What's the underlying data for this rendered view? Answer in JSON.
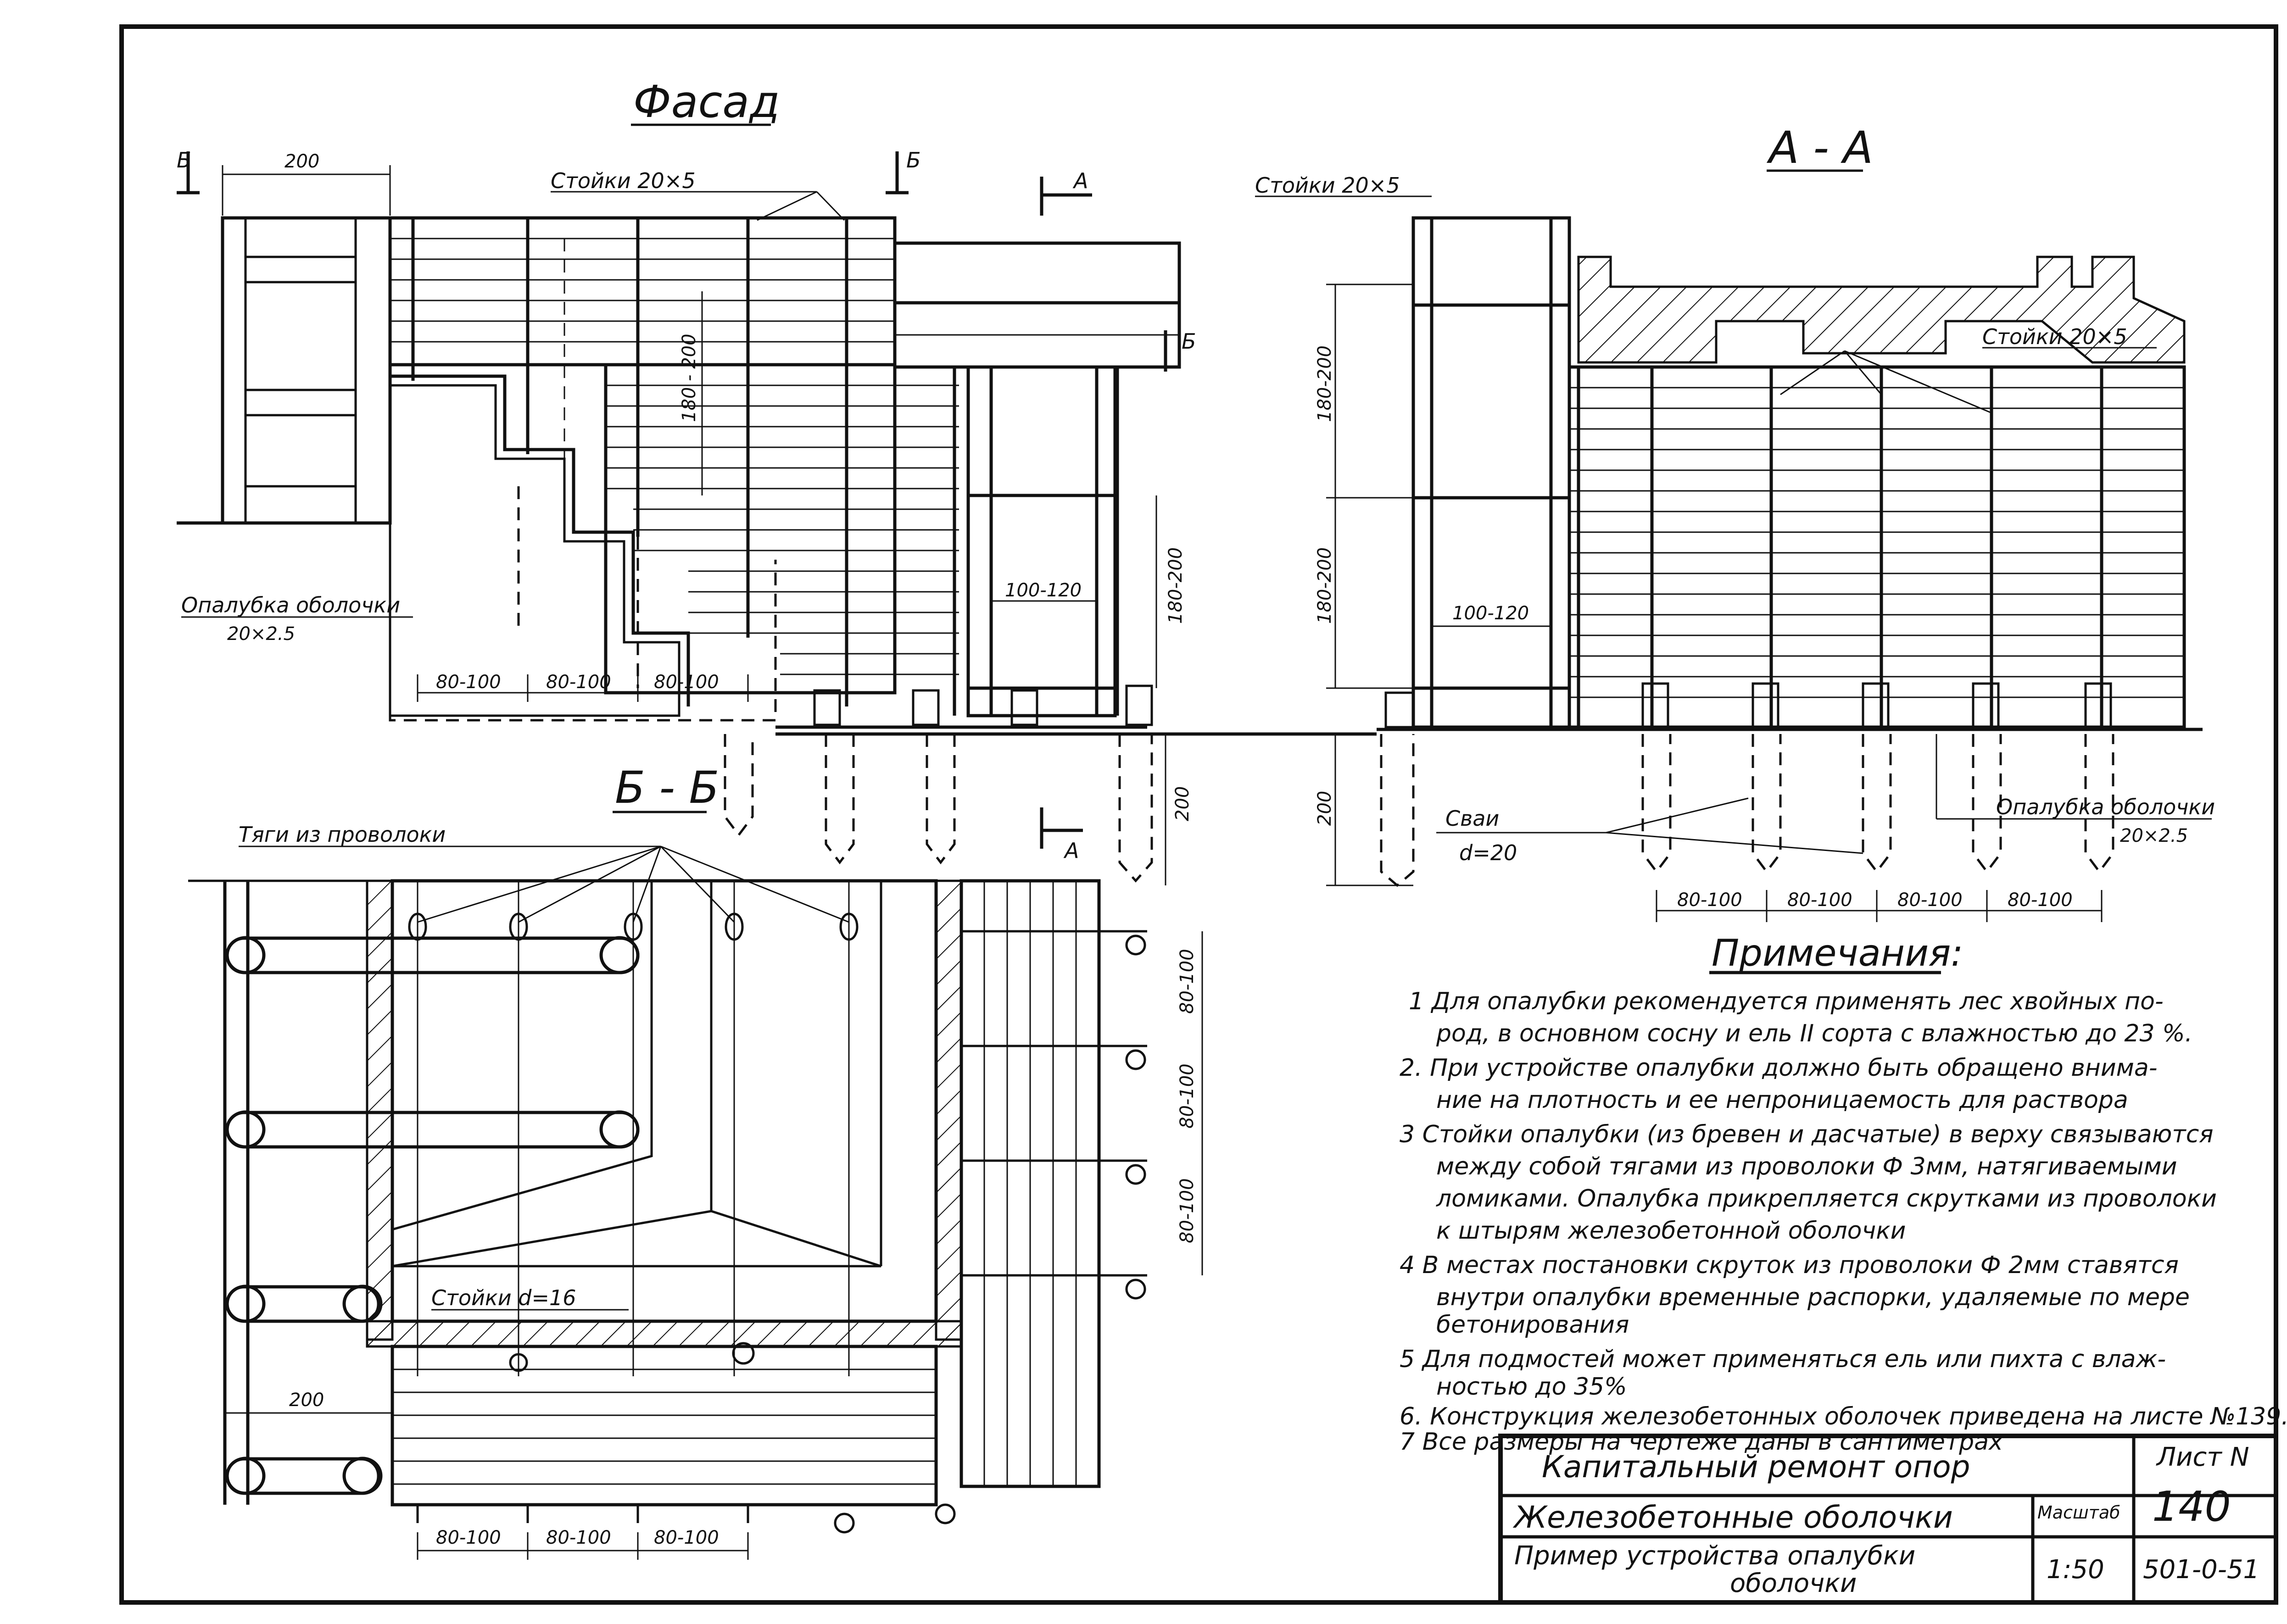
{
  "views": {
    "facade": {
      "title": "Фасад",
      "section_mark_b": "Б",
      "section_mark_a": "А",
      "dim_200": "200",
      "label_posts": "Стойки 20×5",
      "dim_180_200": "180 - 200",
      "label_formwork": "Опалубка оболочки",
      "label_formwork_size": "20×2.5",
      "dims": [
        "80-100",
        "80-100",
        "80-100"
      ],
      "dim_100_120": "100-120",
      "dim_180_200_right": "180-200",
      "dim_200_pile": "200"
    },
    "section_aa": {
      "title": "А - А",
      "label_posts_left": "Стойки 20×5",
      "label_posts_right": "Стойки 20×5",
      "dim_upper": "180-200",
      "dim_lower": "180-200",
      "dim_100_120": "100-120",
      "dim_200": "200",
      "label_piles": "Сваи",
      "label_piles_d": "d=20",
      "label_formwork": "Опалубка оболочки",
      "label_formwork_size": "20×2.5",
      "dims": [
        "80-100",
        "80-100",
        "80-100",
        "80-100"
      ]
    },
    "section_bb": {
      "title": "Б - Б",
      "label_ties": "Тяги из проволоки",
      "section_mark_a": "А",
      "label_posts": "Стойки d=16",
      "dim_200": "200",
      "dims_bottom": [
        "80-100",
        "80-100",
        "80-100"
      ],
      "dims_side": [
        "80-100",
        "80-100",
        "80-100"
      ]
    }
  },
  "notes": {
    "heading": "Примечания:",
    "lines": [
      "1 Для опалубки рекомендуется применять лес хвойных по-",
      "род, в основном сосну и ель II сорта с влажностью до 23 %.",
      "2. При устройстве опалубки должно быть обращено внима-",
      "ние на плотность и ее непроницаемость для раствора",
      "3 Стойки опалубки (из бревен и дасчатые) в верху связываются",
      "между собой тягами из проволоки Ф 3мм, натягиваемыми",
      "ломиками. Опалубка прикрепляется скрутками из проволоки",
      "к штырям железобетонной оболочки",
      "4 В местах постановки скруток из проволоки Ф 2мм ставятся",
      "внутри опалубки временные распорки, удаляемые по мере",
      "бетонирования",
      "5 Для подмостей может применяться ель или пихта с влаж-",
      "ностью до 35%",
      "6. Конструкция железобетонных оболочек приведена на листе №139.",
      "7 Все размеры на чертеже даны в сантиметрах"
    ]
  },
  "title_block": {
    "project": "Капитальный ремонт опор",
    "subject": "Железобетонные оболочки",
    "drawing": "Пример устройства опалубки",
    "drawing_line2": "оболочки",
    "sheet_label": "Лист N",
    "sheet_no": "140",
    "scale_label": "Масштаб",
    "scale": "1:50",
    "code": "501-0-51"
  }
}
